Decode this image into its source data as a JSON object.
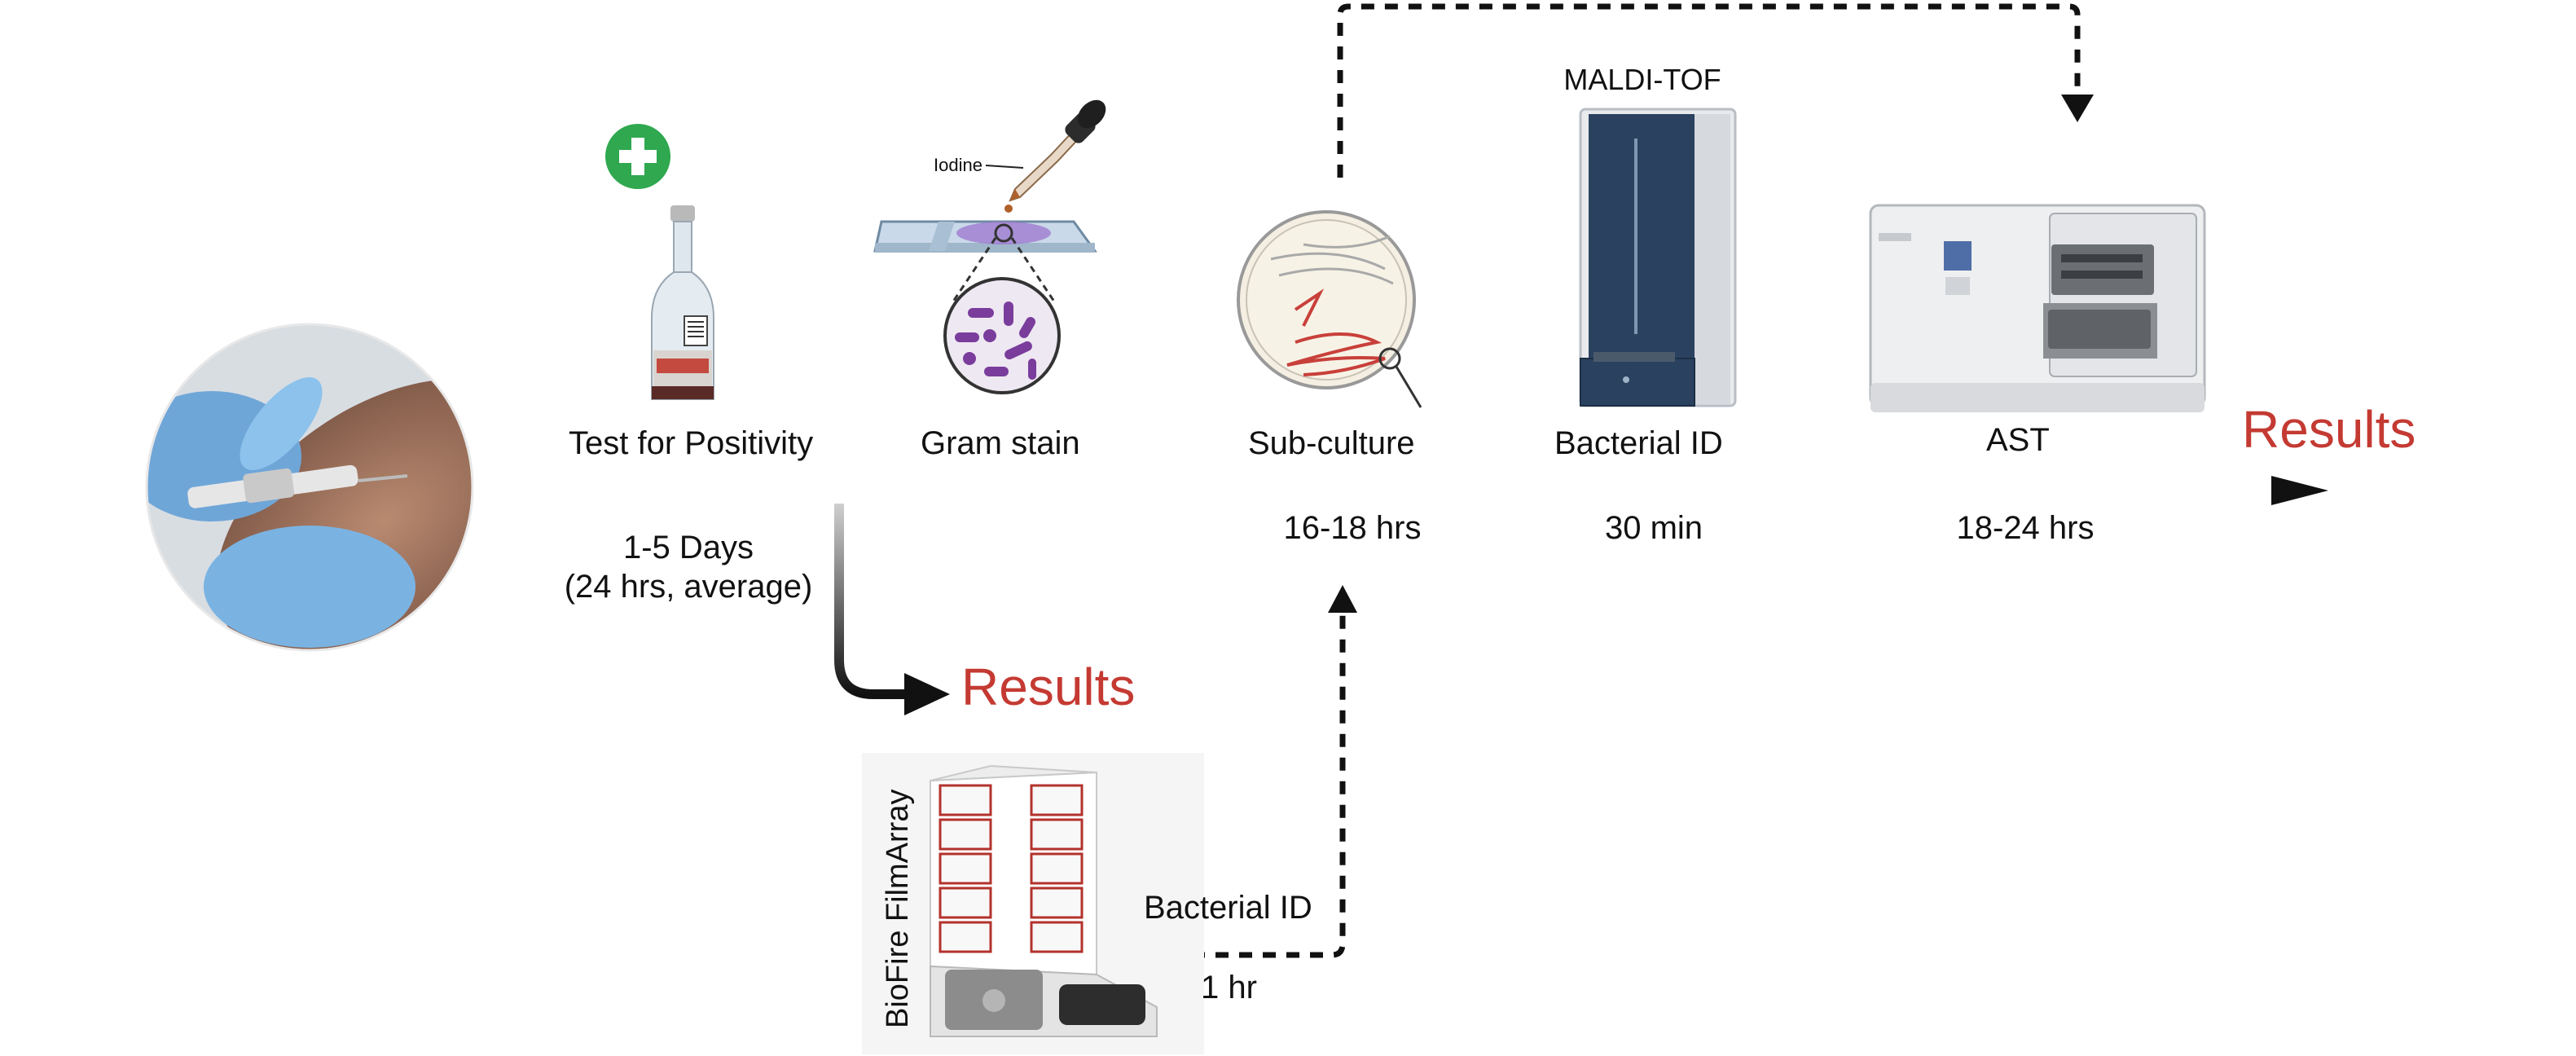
{
  "steps": {
    "test_positivity": "Test for Positivity",
    "gram_stain": "Gram stain",
    "sub_culture": "Sub-culture",
    "bacterial_id": "Bacterial ID",
    "ast": "AST"
  },
  "instrument_labels": {
    "maldi_tof": "MALDI-TOF",
    "iodine": "Iodine",
    "biofire": "BioFire FilmArray"
  },
  "durations": {
    "positivity_line1": "1-5 Days",
    "positivity_line2": "(24 hrs, average)",
    "sub_culture": "16-18 hrs",
    "bacterial_id": "30 min",
    "ast": "18-24 hrs",
    "biofire": "1 hr"
  },
  "branch": {
    "biofire_step": "Bacterial ID"
  },
  "results": {
    "main": "Results",
    "rapid": "Results"
  },
  "colors": {
    "results_red": "#c43a32",
    "timeline_dark": "#1a1a1a",
    "plus_green": "#2fa84f",
    "maldi_blue": "#2a4260",
    "gram_purple": "#7a3d9c"
  }
}
